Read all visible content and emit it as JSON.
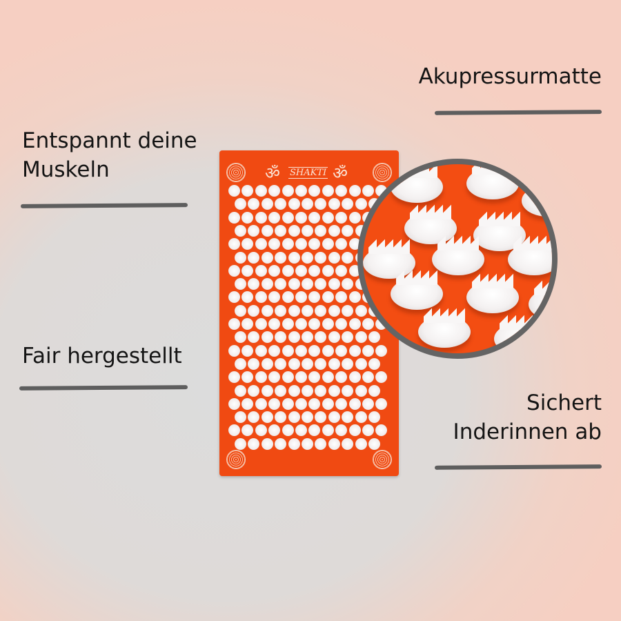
{
  "labels": {
    "top_right": "Akupressurmatte",
    "top_left_1": "Entspannt deine",
    "top_left_2": "Muskeln",
    "mid_left": "Fair hergestellt",
    "bottom_right_1": "Sichert",
    "bottom_right_2": "Inderinnen ab"
  },
  "product": {
    "brand": "SHAKTI",
    "om_symbol": "ॐ",
    "mat_color": "#f04a12",
    "spike_rows": 20,
    "spikes_per_row": [
      12,
      11
    ]
  }
}
